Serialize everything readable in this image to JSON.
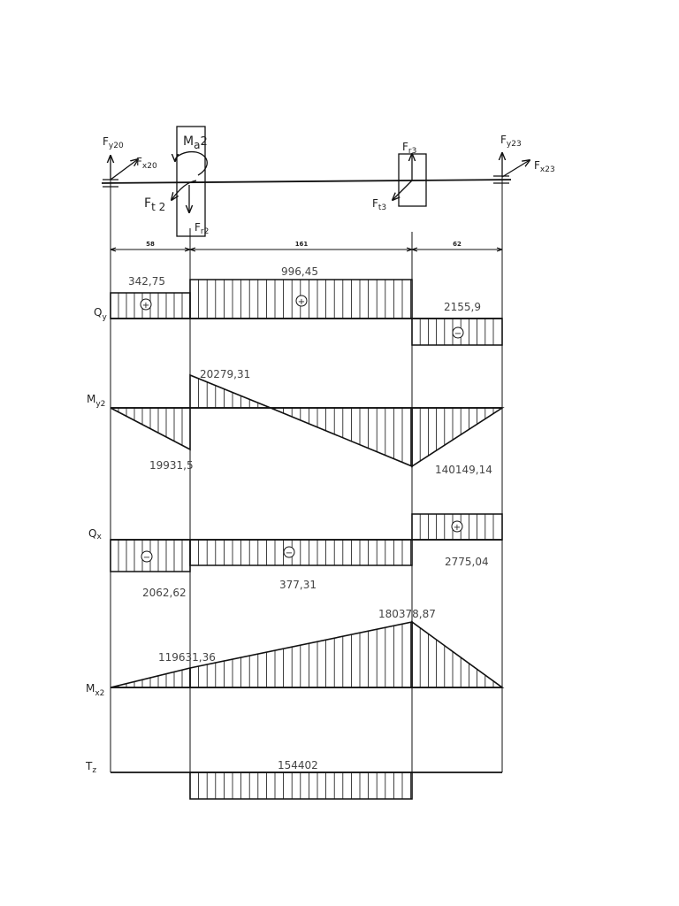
{
  "loads": {
    "fy20": {
      "main": "F",
      "sub": "y20"
    },
    "fx20": {
      "main": "F",
      "sub": "x20"
    },
    "ma2": {
      "main": "M",
      "sub": "a",
      "suffix": "2"
    },
    "ft2": {
      "main": "F",
      "sub": "t 2"
    },
    "fr2": {
      "main": "F",
      "sub": "r2"
    },
    "fr3": {
      "main": "F",
      "sub": "r3"
    },
    "ft3": {
      "main": "F",
      "sub": "t3"
    },
    "fy23": {
      "main": "F",
      "sub": "y23"
    },
    "fx23": {
      "main": "F",
      "sub": "x23"
    }
  },
  "dimensions": [
    "58",
    "161",
    "62"
  ],
  "diagrams": {
    "qy": {
      "main": "Q",
      "sub": "y",
      "values": [
        "342,75",
        "996,45",
        "2155,9"
      ],
      "signs": [
        "+",
        "+",
        "−"
      ]
    },
    "my2": {
      "main": "M",
      "sub": "y2",
      "values": [
        "20279,31",
        "19931,5",
        "140149,14"
      ]
    },
    "qx": {
      "main": "Q",
      "sub": "x",
      "values": [
        "2062,62",
        "377,31",
        "2775,04"
      ],
      "signs": [
        "−",
        "−",
        "+"
      ]
    },
    "mx2": {
      "main": "M",
      "sub": "x2",
      "values": [
        "180378,87",
        "119631,36"
      ]
    },
    "tz": {
      "main": "T",
      "sub": "z",
      "values": [
        "154402"
      ]
    }
  },
  "colors": {
    "line": "#111111",
    "text": "#222222"
  }
}
